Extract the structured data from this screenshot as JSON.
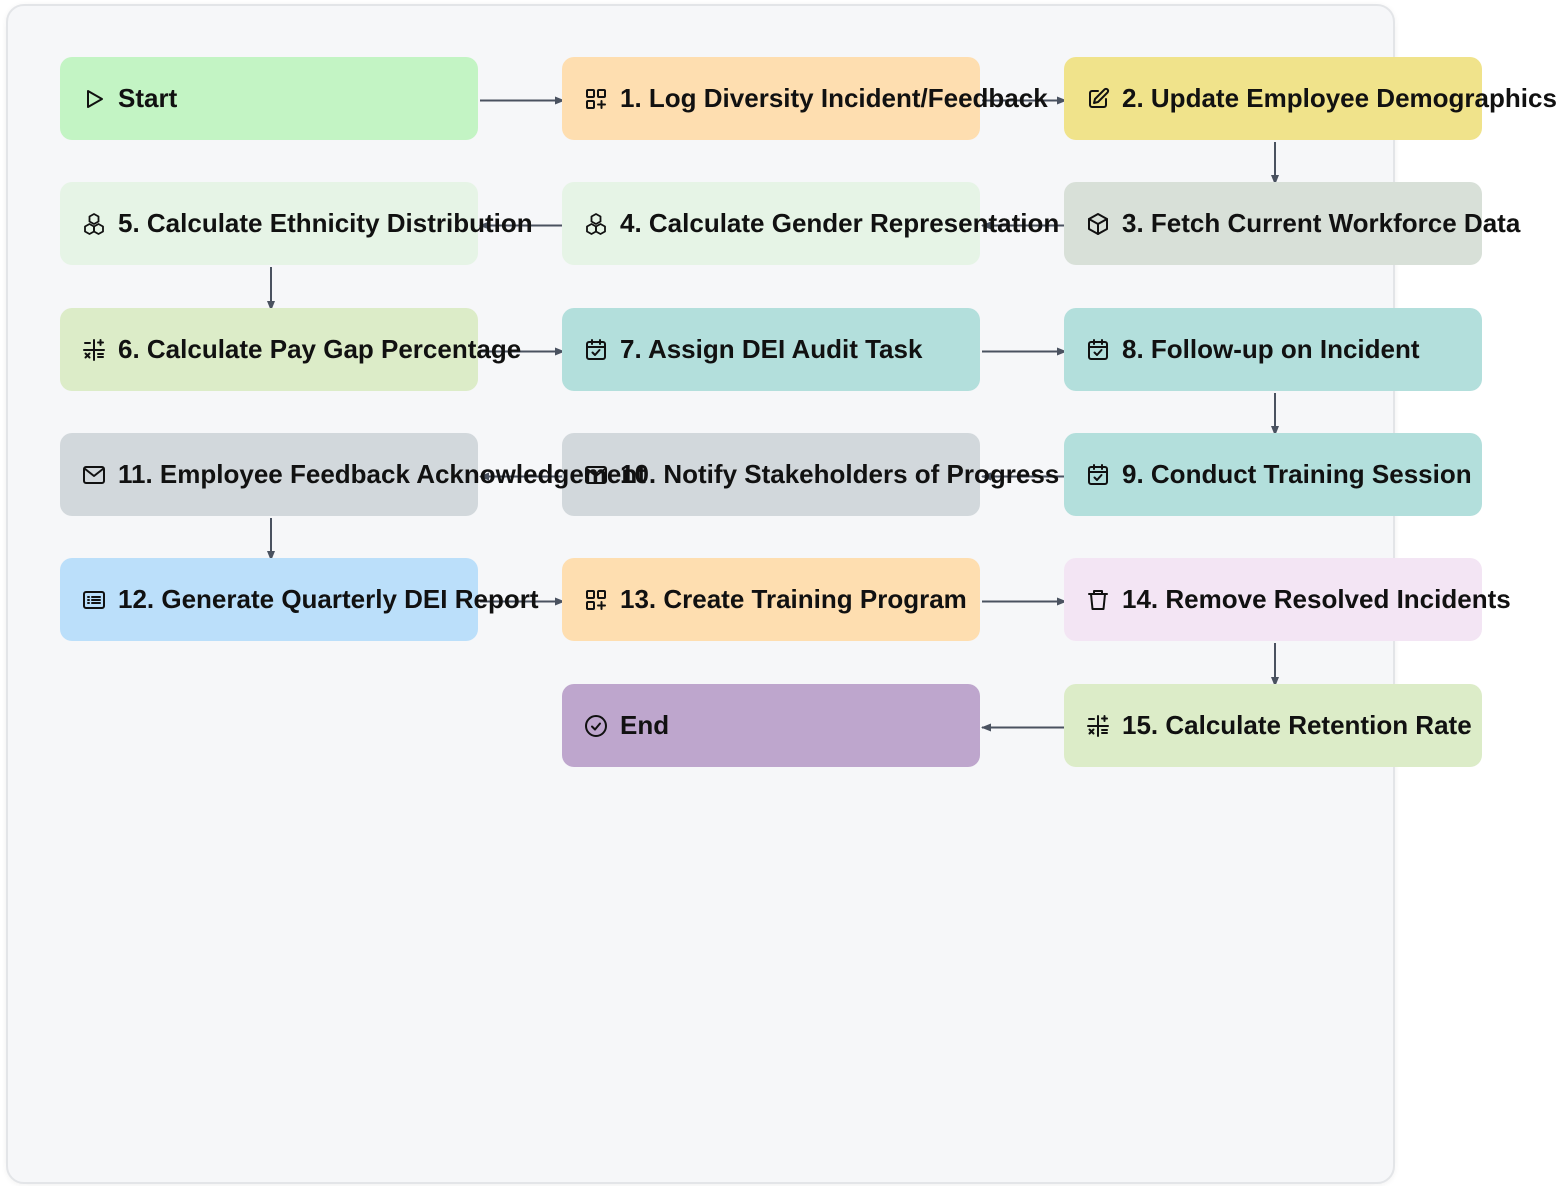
{
  "nodes": [
    {
      "id": "start",
      "label": "Start",
      "icon": "play-icon",
      "color": "#c3f4c4"
    },
    {
      "id": "n1",
      "label": "1. Log Diversity Incident/Feedback",
      "icon": "grid-plus-icon",
      "color": "#fedeb0"
    },
    {
      "id": "n2",
      "label": "2. Update Employee Demographics",
      "icon": "edit-icon",
      "color": "#f0e38b"
    },
    {
      "id": "n3",
      "label": "3. Fetch Current Workforce Data",
      "icon": "cube-icon",
      "color": "#d8e0d8"
    },
    {
      "id": "n4",
      "label": "4. Calculate Gender Representation",
      "icon": "cubes-icon",
      "color": "#e6f4e6"
    },
    {
      "id": "n5",
      "label": "5. Calculate Ethnicity Distribution",
      "icon": "cubes-icon",
      "color": "#e6f4e6"
    },
    {
      "id": "n6",
      "label": "6. Calculate Pay Gap Percentage",
      "icon": "calculator-icon",
      "color": "#dcecc8"
    },
    {
      "id": "n7",
      "label": "7. Assign DEI Audit Task",
      "icon": "calendar-check-icon",
      "color": "#b3dfdc"
    },
    {
      "id": "n8",
      "label": "8. Follow-up on Incident",
      "icon": "calendar-check-icon",
      "color": "#b3dfdc"
    },
    {
      "id": "n9",
      "label": "9. Conduct Training Session",
      "icon": "calendar-check-icon",
      "color": "#b3dfdc"
    },
    {
      "id": "n10",
      "label": "10. Notify Stakeholders of Progress",
      "icon": "mail-icon",
      "color": "#d2d8dc"
    },
    {
      "id": "n11",
      "label": "11. Employee Feedback Acknowledgement",
      "icon": "mail-icon",
      "color": "#d2d8dc"
    },
    {
      "id": "n12",
      "label": "12. Generate Quarterly DEI Report",
      "icon": "list-icon",
      "color": "#bbdffa"
    },
    {
      "id": "n13",
      "label": "13. Create Training Program",
      "icon": "grid-plus-icon",
      "color": "#fedeb0"
    },
    {
      "id": "n14",
      "label": "14. Remove Resolved Incidents",
      "icon": "trash-icon",
      "color": "#f3e5f4"
    },
    {
      "id": "n15",
      "label": "15. Calculate Retention Rate",
      "icon": "calculator-icon",
      "color": "#dcecc8"
    },
    {
      "id": "end",
      "label": "End",
      "icon": "check-circle-icon",
      "color": "#bea6cd"
    }
  ],
  "edges": [
    [
      "start",
      "n1"
    ],
    [
      "n1",
      "n2"
    ],
    [
      "n2",
      "n3"
    ],
    [
      "n3",
      "n4"
    ],
    [
      "n4",
      "n5"
    ],
    [
      "n5",
      "n6"
    ],
    [
      "n6",
      "n7"
    ],
    [
      "n7",
      "n8"
    ],
    [
      "n8",
      "n9"
    ],
    [
      "n9",
      "n10"
    ],
    [
      "n10",
      "n11"
    ],
    [
      "n11",
      "n12"
    ],
    [
      "n12",
      "n13"
    ],
    [
      "n13",
      "n14"
    ],
    [
      "n14",
      "n15"
    ],
    [
      "n15",
      "end"
    ]
  ],
  "edge_color": "#4a5260"
}
